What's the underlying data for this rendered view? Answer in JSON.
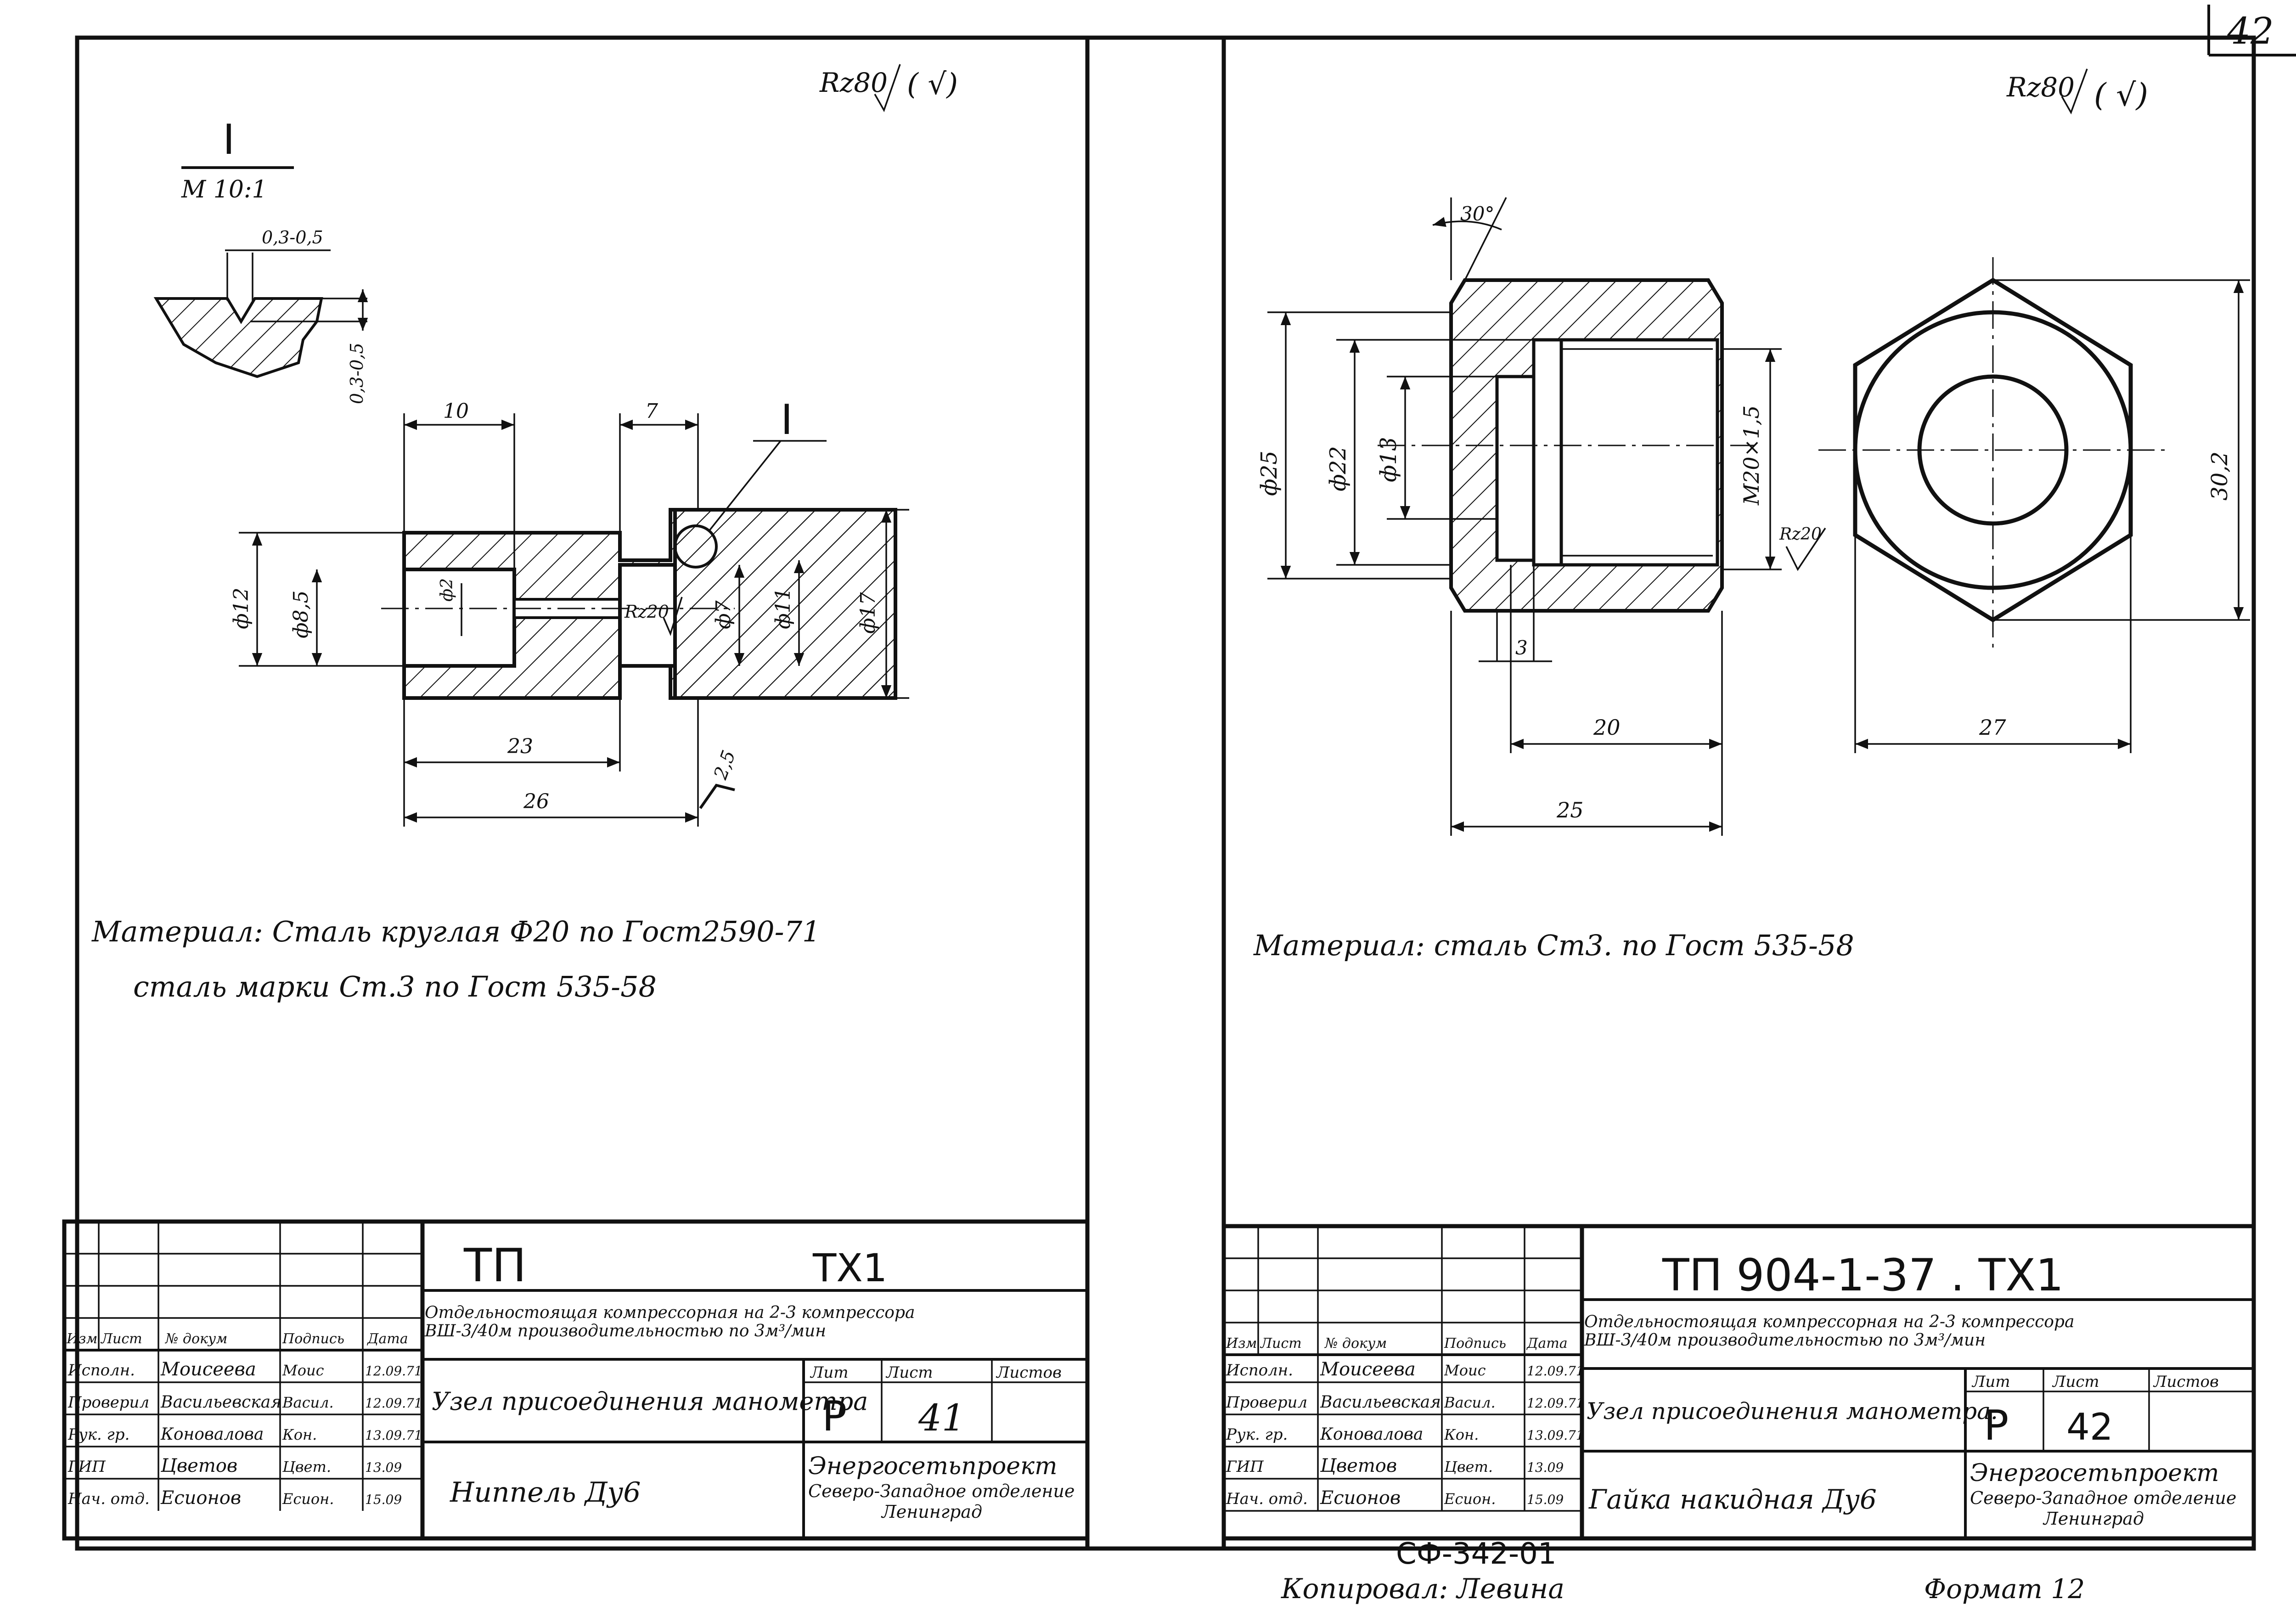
{
  "sheet_number": "42",
  "left_sheet": {
    "roughness": "Rz80",
    "roughness_bracket": "( √)",
    "detail_label": "I",
    "detail_scale": "М 10:1",
    "detail_dims": {
      "width": "0,3-0,5",
      "depth": "0,3-0,5"
    },
    "dims": {
      "d12": "ф12",
      "d8_5": "ф8,5",
      "d2": "ф2",
      "d7": "ф7",
      "d11": "ф11",
      "d17": "ф17",
      "l10": "10",
      "l7": "7",
      "l23": "23",
      "l26": "26",
      "r2_5": "2,5",
      "rz20": "Rz20"
    },
    "callout": "I",
    "material_line1": "Материал: Сталь круглая Ф20 по Гост2590-71",
    "material_line2": "сталь марки Ст.3 по Гост 535-58",
    "title_block": {
      "code": "ТП",
      "code2": "ТХ1",
      "description": "Отдельностоящая компрессорная на 2-3 компрессора ВШ-3/40м производительностью по 3м³/мин",
      "assembly": "Узел присоединения манометра",
      "part_name": "Ниппель Ду6",
      "org_line1": "Энергосетьпроект",
      "org_line2": "Северо-Западное отделение",
      "org_line3": "Ленинград",
      "stage_header": "Лит",
      "sheet_header": "Лист",
      "sheets_header": "Листов",
      "stage": "Р",
      "sheet": "41",
      "columns": [
        "Изм",
        "Лист",
        "№ докум",
        "Подпись",
        "Дата"
      ],
      "rows": [
        {
          "role": "Исполн.",
          "name": "Моисеева",
          "sign": "Моис",
          "date": "12.09.71"
        },
        {
          "role": "Проверил",
          "name": "Васильевская",
          "sign": "Васил.",
          "date": "12.09.71"
        },
        {
          "role": "Рук. гр.",
          "name": "Коновалова",
          "sign": "Кон.",
          "date": "13.09.71"
        },
        {
          "role": "ГИП",
          "name": "Цветов",
          "sign": "Цвет.",
          "date": "13.09"
        },
        {
          "role": "Нач. отд.",
          "name": "Есионов",
          "sign": "Есион.",
          "date": "15.09"
        }
      ]
    }
  },
  "right_sheet": {
    "roughness": "Rz80",
    "roughness_bracket": "( √)",
    "dims": {
      "angle": "30°",
      "d25": "ф25",
      "d22": "ф22",
      "d13": "ф13",
      "thread": "М20×1,5",
      "rz20": "Rz20",
      "l3": "3",
      "l20": "20",
      "l25": "25",
      "s27": "27",
      "e30_2": "30,2"
    },
    "material": "Материал: сталь Ст3. по Гост 535-58",
    "title_block": {
      "code": "ТП 904-1-37 . ТХ1",
      "description": "Отдельностоящая компрессорная на 2-3 компрессора ВШ-3/40м производительностью по 3м³/мин",
      "assembly": "Узел присоединения манометра.",
      "part_name": "Гайка накидная Ду6",
      "org_line1": "Энергосетьпроект",
      "org_line2": "Северо-Западное отделение",
      "org_line3": "Ленинград",
      "stage_header": "Лит",
      "sheet_header": "Лист",
      "sheets_header": "Листов",
      "stage": "Р",
      "sheet": "42",
      "columns": [
        "Изм",
        "Лист",
        "№ докум",
        "Подпись",
        "Дата"
      ],
      "rows": [
        {
          "role": "Исполн.",
          "name": "Моисеева",
          "sign": "Моис",
          "date": "12.09.71"
        },
        {
          "role": "Проверил",
          "name": "Васильевская",
          "sign": "Васил.",
          "date": "12.09.71"
        },
        {
          "role": "Рук. гр.",
          "name": "Коновалова",
          "sign": "Кон.",
          "date": "13.09.71"
        },
        {
          "role": "ГИП",
          "name": "Цветов",
          "sign": "Цвет.",
          "date": "13.09"
        },
        {
          "role": "Нач. отд.",
          "name": "Есионов",
          "sign": "Есион.",
          "date": "15.09"
        }
      ]
    }
  },
  "footer": {
    "archive_code": "СФ-342-01",
    "copied_by": "Копировал: Левина",
    "format": "Формат 12"
  }
}
